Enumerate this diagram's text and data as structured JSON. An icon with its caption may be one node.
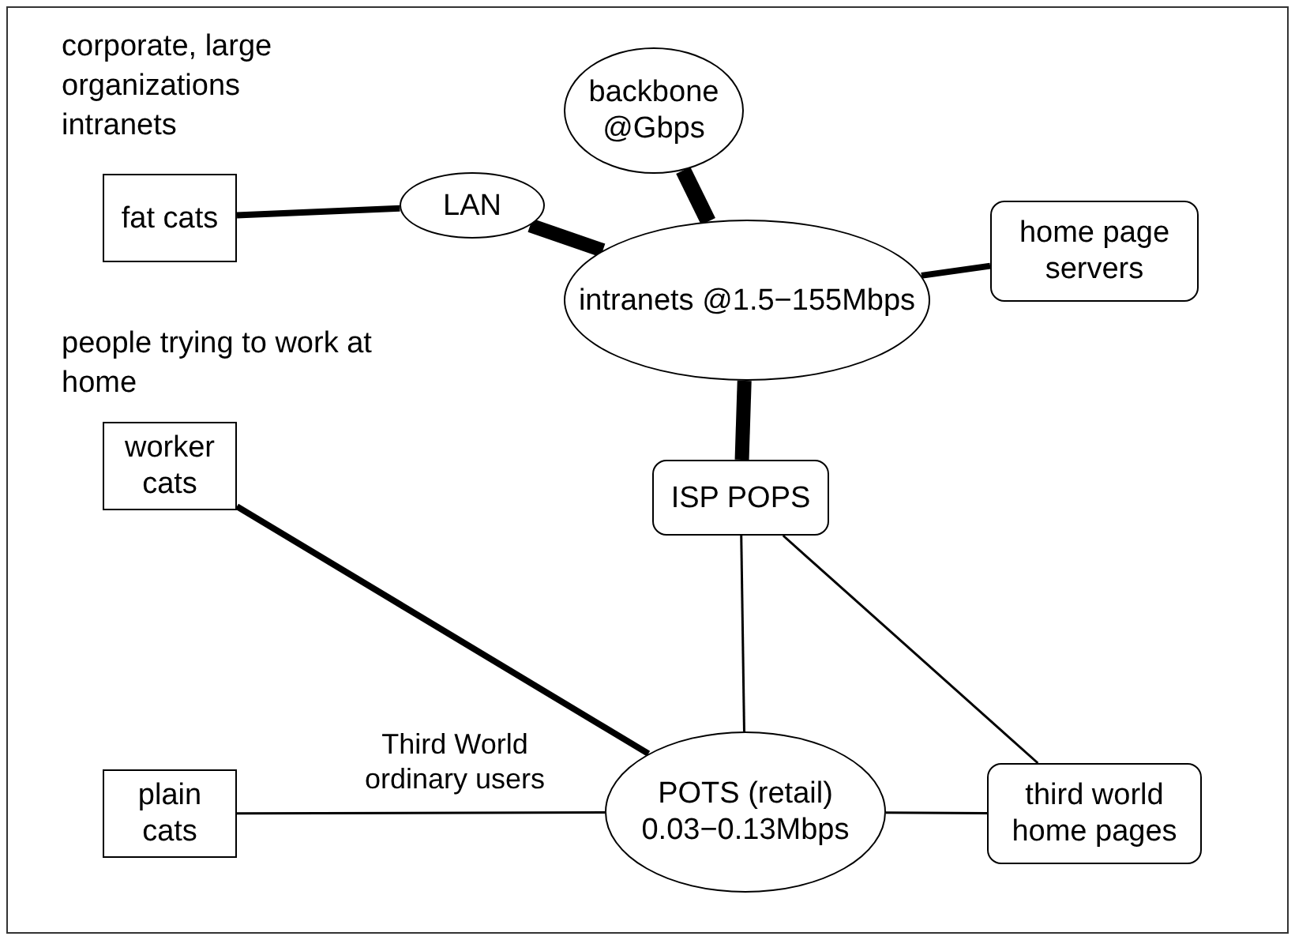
{
  "diagram": {
    "nodes": [
      {
        "text": [
          "fat cats"
        ],
        "beside": [
          "corporate, large organizations intranets"
        ]
      },
      {
        "text": [
          "LAN"
        ]
      },
      {
        "text": [
          "backbone @Gbps"
        ]
      },
      {
        "text": [
          "intranets @1.5−155Mbps"
        ]
      },
      {
        "text": [
          "home page servers"
        ]
      },
      {
        "text": [
          "worker cats"
        ],
        "beside": [
          "people trying to work at home"
        ]
      },
      {
        "text": [
          "ISP POPS"
        ]
      },
      {
        "text": [
          "plain cats"
        ]
      },
      {
        "text": [
          "POTS (retail) 0.03−0.13Mbps"
        ]
      },
      {
        "text": [
          "third world home pages"
        ]
      }
    ],
    "edges": [
      {
        "from": 0,
        "to": 1,
        "arrow": "none"
      },
      {
        "from": 1,
        "to": 3,
        "arrow": "none",
        "style": "thick"
      },
      {
        "from": 2,
        "to": 3,
        "arrow": "none",
        "style": "thick"
      },
      {
        "from": 3,
        "to": 4,
        "arrow": "none"
      },
      {
        "from": 3,
        "to": 6,
        "arrow": "none",
        "style": "thick"
      },
      {
        "from": 5,
        "to": 8,
        "arrow": "none"
      },
      {
        "from": 7,
        "to": 8,
        "arrow": "none",
        "label": "Third World ordinary users"
      },
      {
        "from": 6,
        "to": 8,
        "arrow": "none"
      },
      {
        "from": 6,
        "to": 9,
        "arrow": "none"
      },
      {
        "from": 8,
        "to": 9,
        "arrow": "none"
      }
    ]
  }
}
